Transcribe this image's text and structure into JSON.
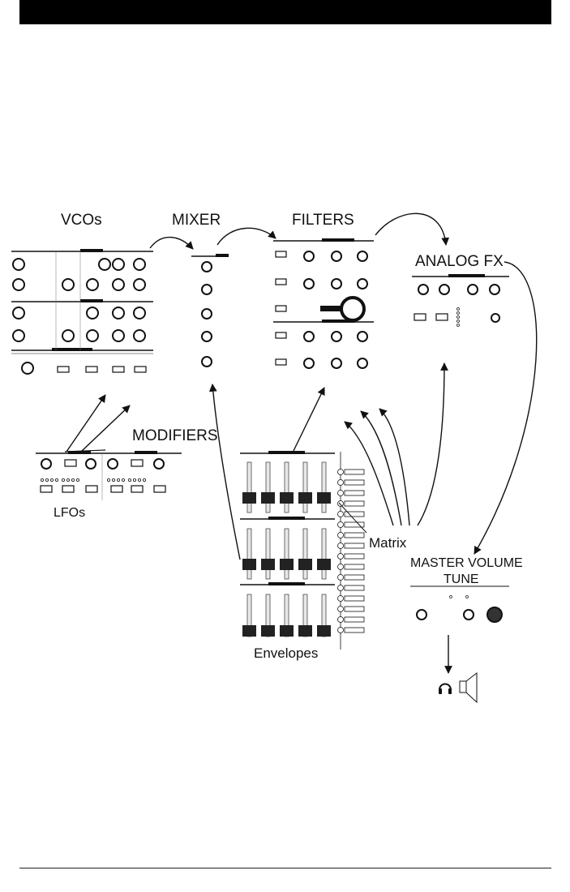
{
  "labels": {
    "vcos": "VCOs",
    "mixer": "MIXER",
    "filters": "FILTERS",
    "analog_fx": "ANALOG FX",
    "modifiers": "MODIFIERS",
    "lfos": "LFOs",
    "matrix": "Matrix",
    "envelopes": "Envelopes",
    "master_line1": "MASTER VOLUME",
    "master_line2": "TUNE"
  }
}
